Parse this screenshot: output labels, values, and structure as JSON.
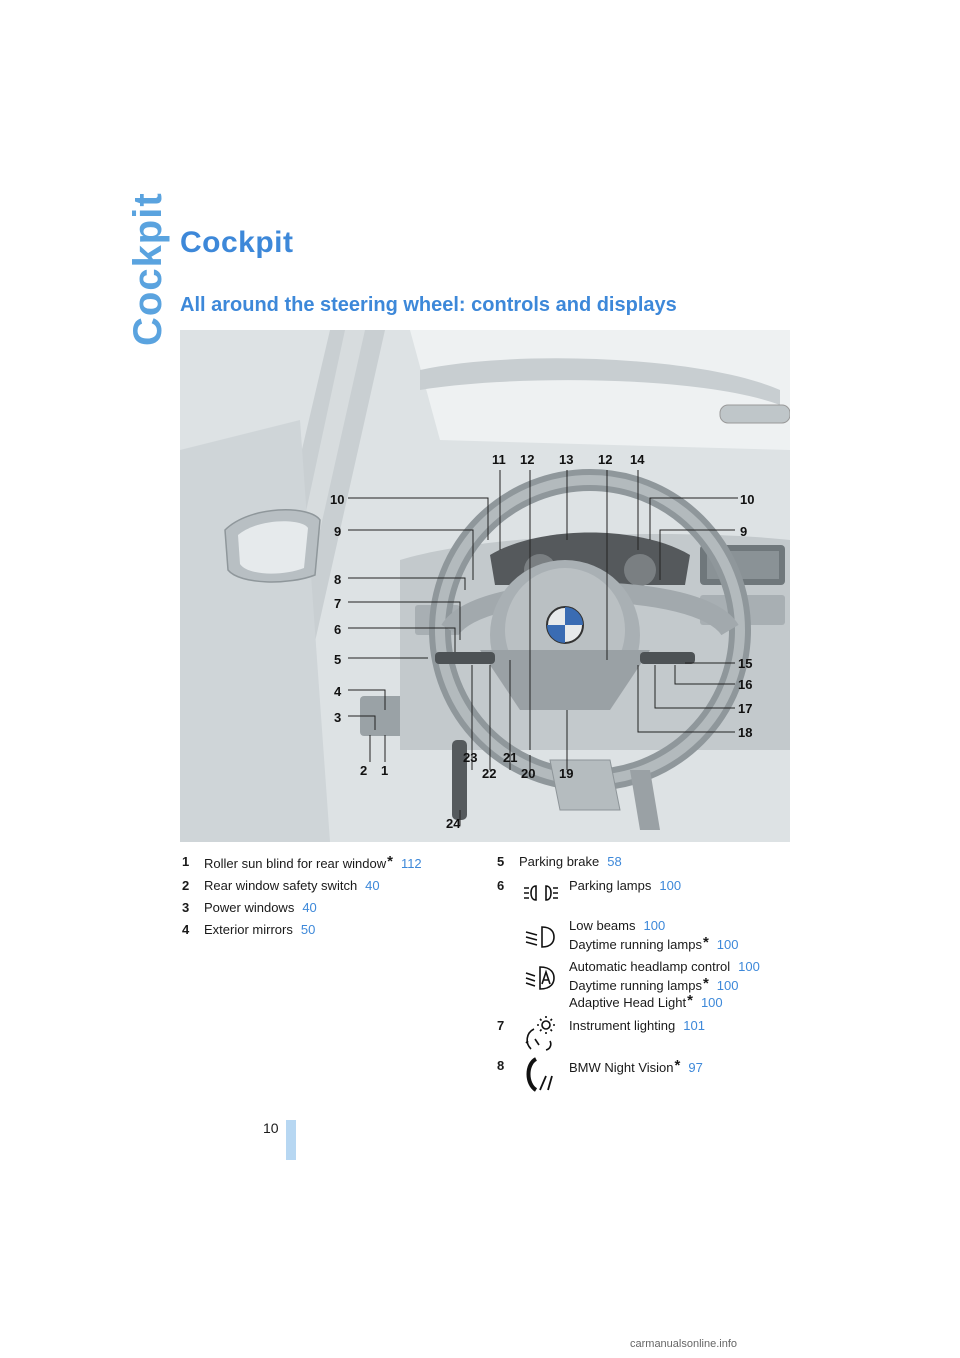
{
  "section_tab": "Cockpit",
  "title": "Cockpit",
  "subtitle": "All around the steering wheel: controls and displays",
  "figure": {
    "icon": "steering-wheel-cockpit-illustration",
    "callouts": [
      "1",
      "2",
      "3",
      "4",
      "5",
      "6",
      "7",
      "8",
      "9",
      "10",
      "11",
      "12",
      "13",
      "12",
      "14",
      "10",
      "9",
      "15",
      "16",
      "17",
      "18",
      "19",
      "20",
      "21",
      "22",
      "23",
      "24"
    ]
  },
  "left_items": [
    {
      "num": "1",
      "text": "Roller sun blind for rear window",
      "star": "*",
      "ref": "112"
    },
    {
      "num": "2",
      "text": "Rear window safety switch",
      "ref": "40"
    },
    {
      "num": "3",
      "text": "Power windows",
      "ref": "40"
    },
    {
      "num": "4",
      "text": "Exterior mirrors",
      "ref": "50"
    }
  ],
  "right_items": {
    "item5": {
      "num": "5",
      "text": "Parking brake",
      "ref": "58"
    },
    "item6": {
      "num": "6",
      "a": {
        "icon": "parking-lamps-icon",
        "text": "Parking lamps",
        "ref": "100"
      },
      "b": {
        "icon": "low-beams-icon",
        "line1": "Low beams",
        "ref1": "100",
        "line2": "Daytime running lamps",
        "star": "*",
        "ref2": "100"
      },
      "c": {
        "icon": "auto-headlamp-icon",
        "line1": "Automatic headlamp control",
        "ref1": "100",
        "line2": "Daytime running lamps",
        "star2": "*",
        "ref2": "100",
        "line3": "Adaptive Head Light",
        "star3": "*",
        "ref3": "100"
      }
    },
    "item7": {
      "num": "7",
      "icon": "instrument-lighting-icon",
      "text": "Instrument lighting",
      "ref": "101"
    },
    "item8": {
      "num": "8",
      "icon": "night-vision-icon",
      "text": "BMW Night Vision",
      "star": "*",
      "ref": "97"
    }
  },
  "page_number": "10",
  "watermark": "carmanualsonline.info",
  "colors": {
    "accent": "#3d88d9",
    "tab": "#5aa3df",
    "figure_bg": "#dde2e4"
  }
}
